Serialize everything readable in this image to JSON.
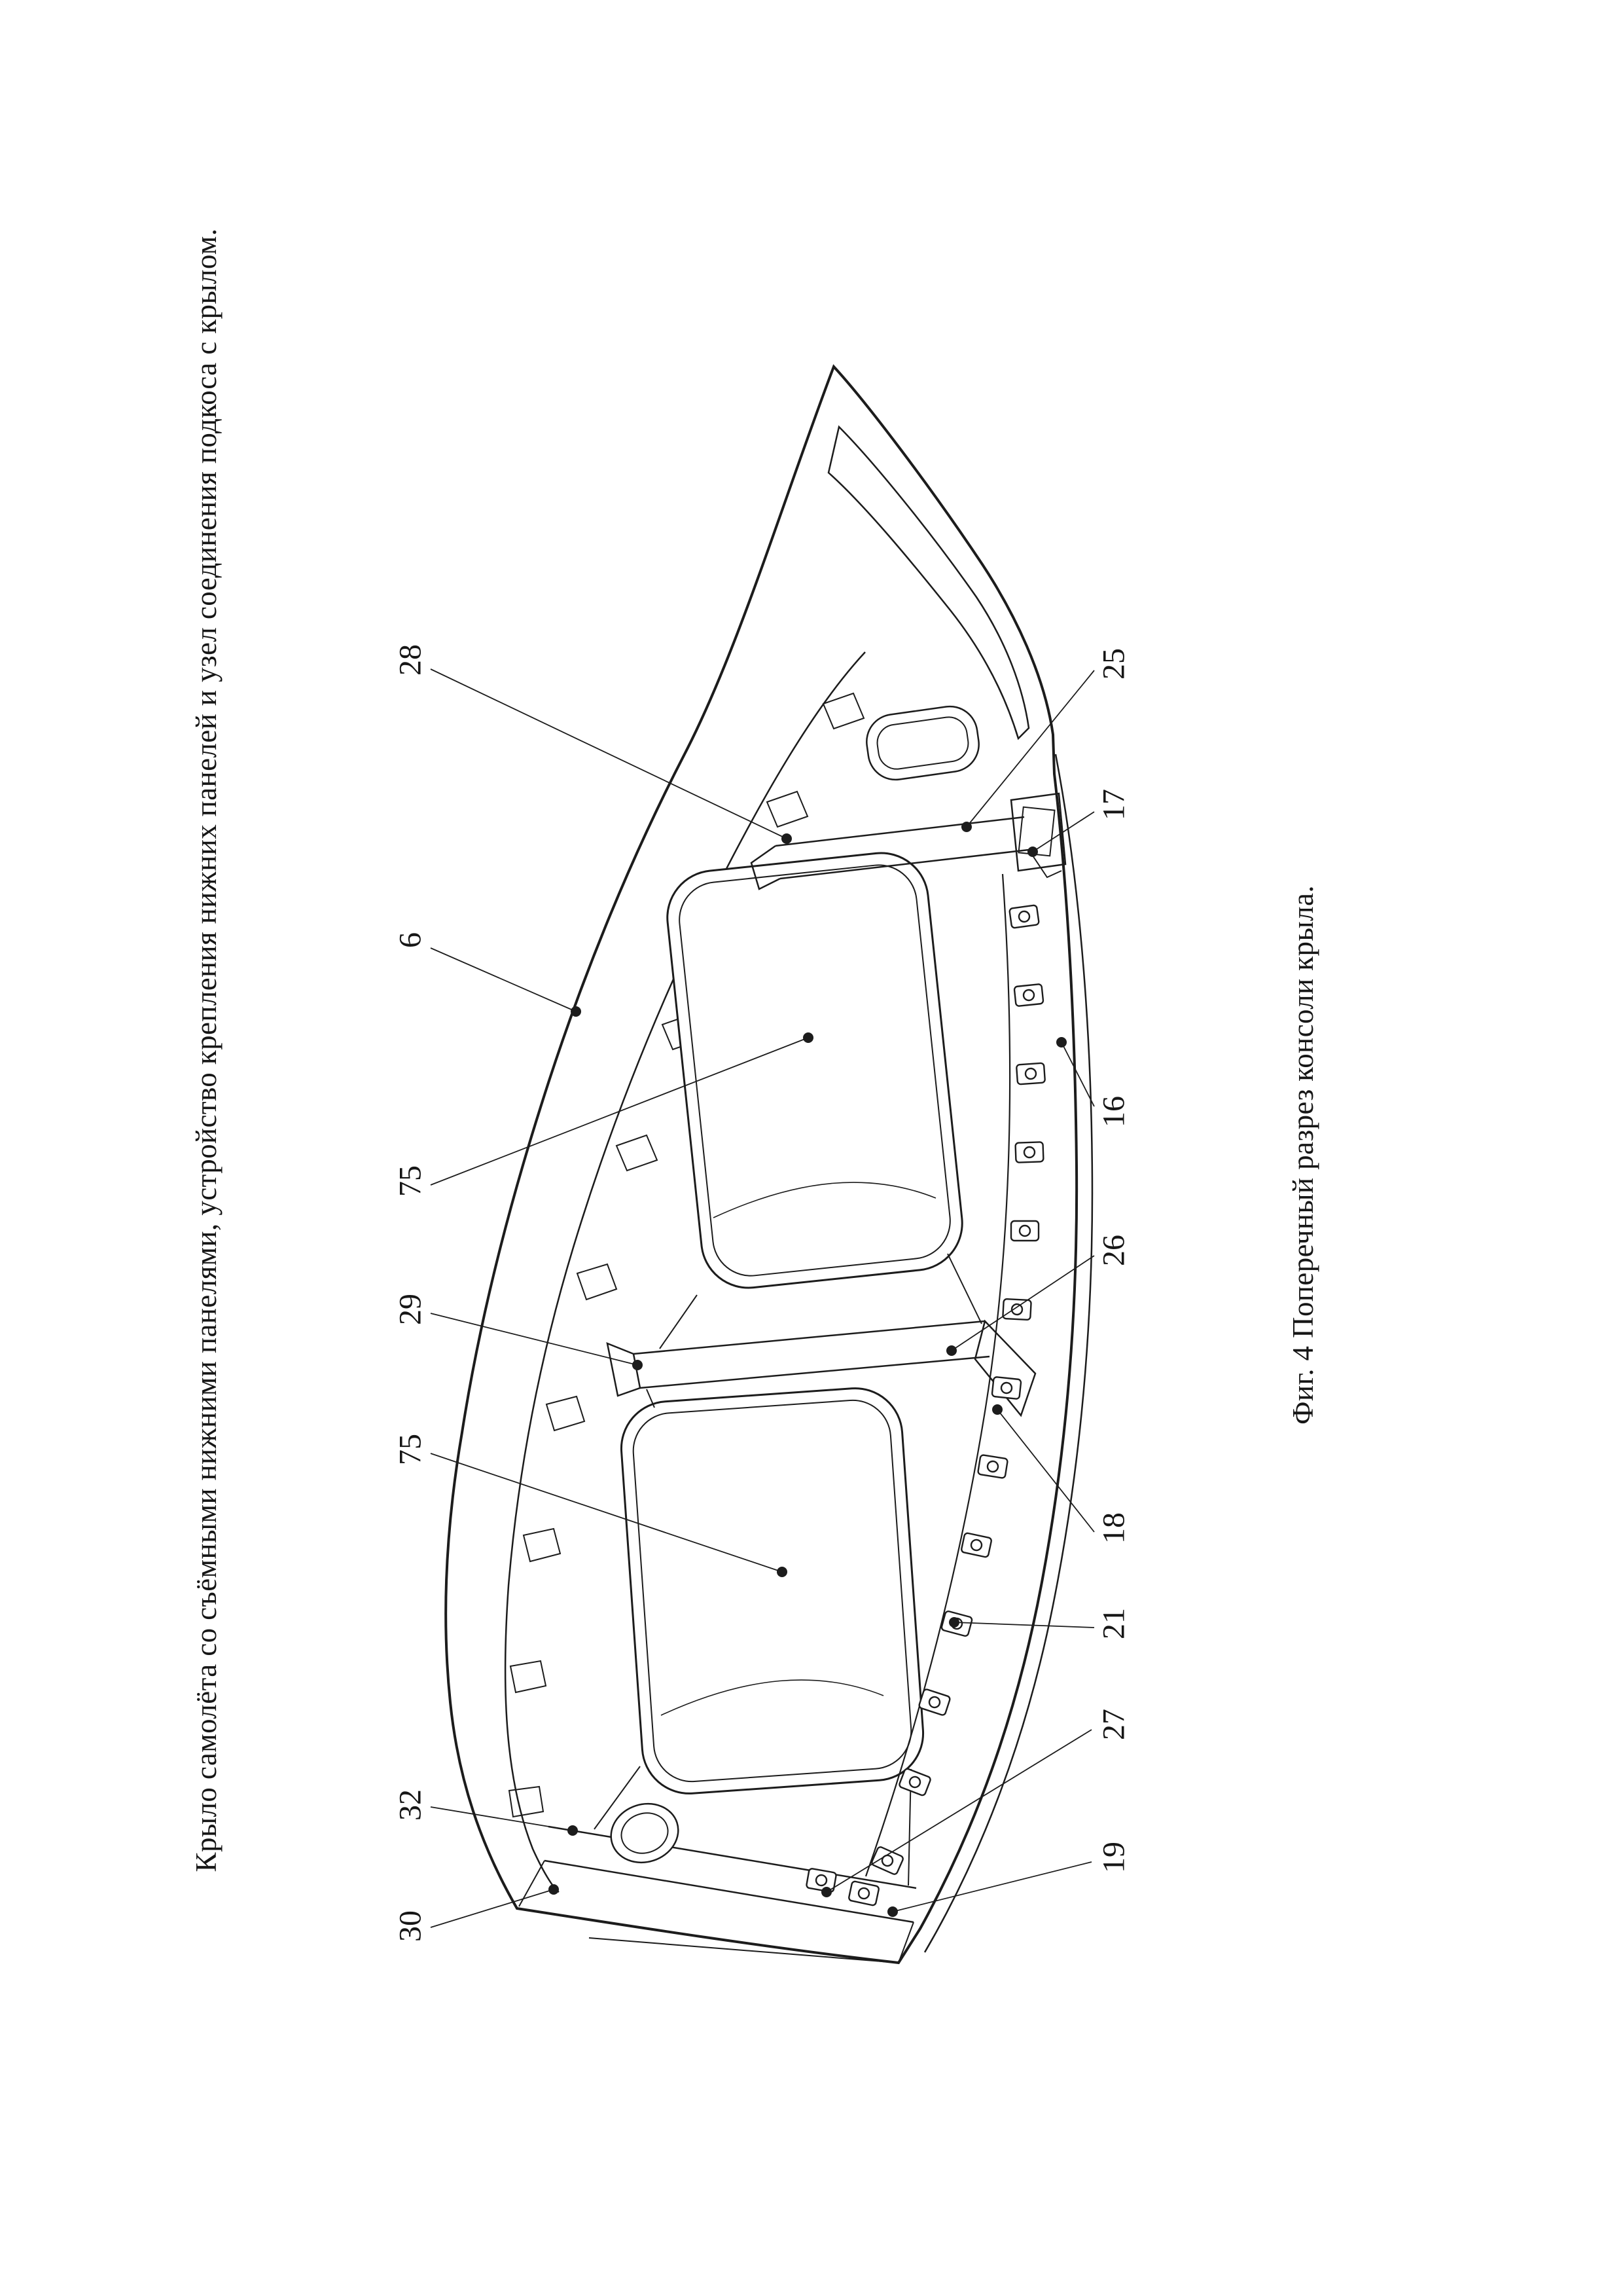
{
  "page": {
    "title": "Крыло самолёта со съёмными нижними панелями, устройство крепления нижних панелей и узел соединения подкоса с крылом.",
    "caption": "Фиг. 4 Поперечный разрез консоли крыла."
  },
  "figure": {
    "labels": [
      "28",
      "6",
      "75",
      "29",
      "75",
      "32",
      "30",
      "25",
      "17",
      "16",
      "26",
      "18",
      "21",
      "27",
      "19"
    ]
  },
  "colors": {
    "ink": "#1c1c1c",
    "paper": "#ffffff"
  }
}
